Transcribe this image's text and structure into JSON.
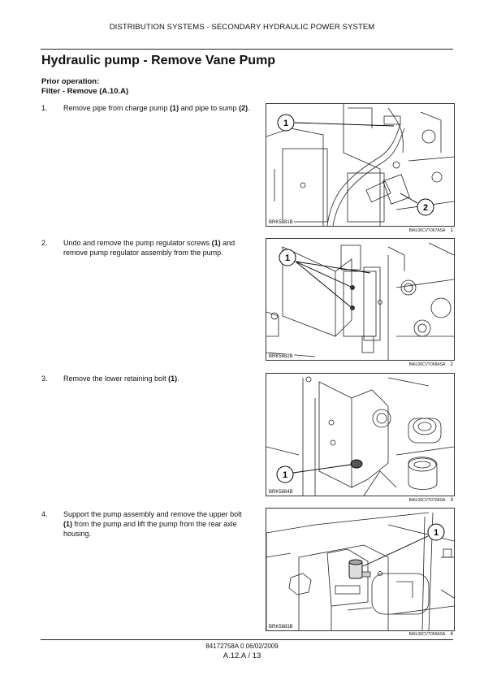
{
  "header": {
    "section": "DISTRIBUTION SYSTEMS - SECONDARY HYDRAULIC POWER SYSTEM"
  },
  "title": "Hydraulic pump - Remove Vane Pump",
  "prior": {
    "label": "Prior operation:",
    "operation": "Filter - Remove (A.10.A)"
  },
  "steps": [
    {
      "num": "1.",
      "t1": "Remove pipe from charge pump ",
      "b1": "(1)",
      "t2": " and pipe to sump ",
      "b2": "(2)",
      "t3": ".",
      "fig_id": "BRK5881B",
      "caption": "BAIL06CVT067ASA",
      "caption_num": "1",
      "callouts": [
        "1",
        "2"
      ]
    },
    {
      "num": "2.",
      "t1": "Undo and remove the pump regulator screws ",
      "b1": "(1)",
      "t2": " and remove pump regulator assembly from the pump.",
      "fig_id": "BRK5882B",
      "caption": "BAIL06CVT068ASA",
      "caption_num": "2",
      "callouts": [
        "1"
      ]
    },
    {
      "num": "3.",
      "t1": "Remove the lower retaining bolt ",
      "b1": "(1)",
      "t2": ".",
      "fig_id": "BRK5884B",
      "caption": "BAIL06CVT070ASA",
      "caption_num": "3",
      "callouts": [
        "1"
      ]
    },
    {
      "num": "4.",
      "t1": "Support the pump assembly and remove the upper bolt ",
      "b1": "(1)",
      "t2": " from the pump and lift the pump from the rear axle housing.",
      "fig_id": "BRK5883B",
      "caption": "BAIL06CVT069ASA",
      "caption_num": "4",
      "callouts": [
        "1"
      ]
    }
  ],
  "footer": {
    "doc": "84172758A 0 06/02/2009",
    "page": "A.12.A / 13"
  }
}
